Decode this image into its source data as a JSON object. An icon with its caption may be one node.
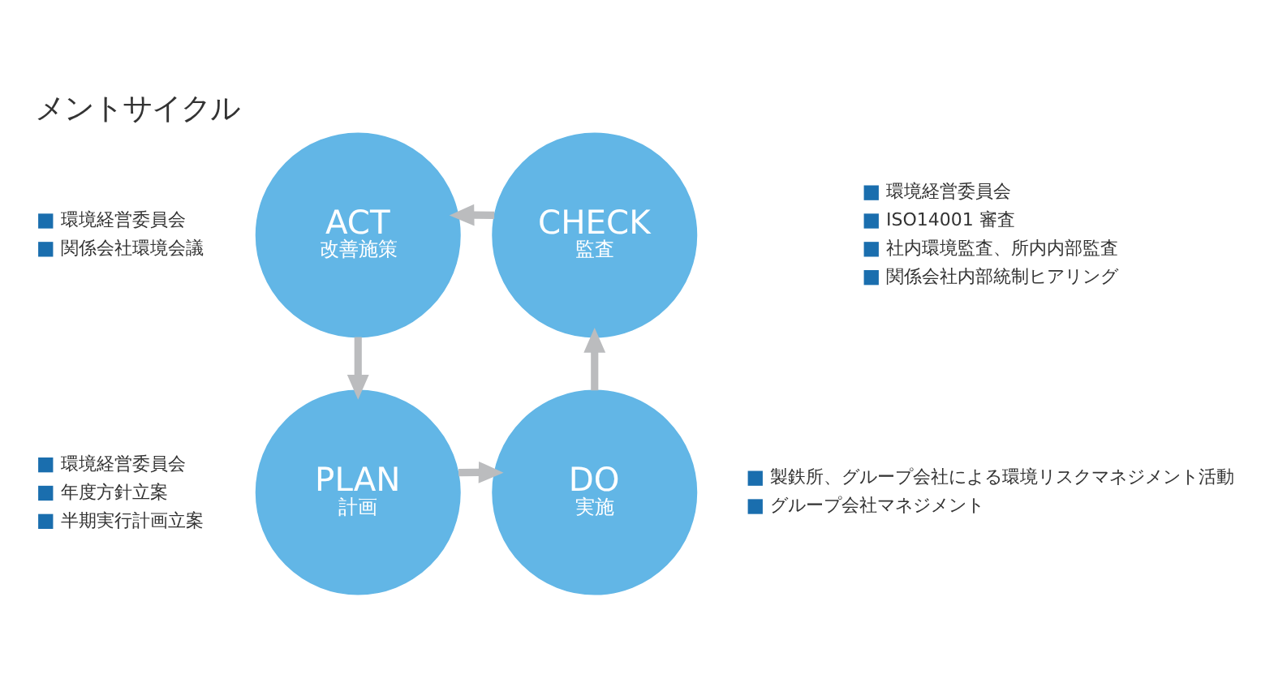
{
  "diagram": {
    "title": "メントサイクル",
    "nodes": [
      {
        "text": [
          "PLAN",
          "計画"
        ],
        "beside": [
          "環境経営委員会",
          "年度方針立案",
          "半期実行計画立案"
        ]
      },
      {
        "text": [
          "DO",
          "実施"
        ],
        "beside": [
          "製鉄所、グループ会社による環境リスクマネジメント活動",
          "グループ会社マネジメント"
        ]
      },
      {
        "text": [
          "CHECK",
          "監査"
        ],
        "beside": [
          "環境経営委員会",
          "ISO14001 審査",
          "社内環境監査、所内内部監査",
          "関係会社内部統制ヒアリング"
        ]
      },
      {
        "text": [
          "ACT",
          "改善施策"
        ],
        "beside": [
          "環境経営委員会",
          "関係会社環境会議"
        ]
      }
    ],
    "edges": [
      {
        "from": 0,
        "to": 1,
        "arrow": "to"
      },
      {
        "from": 1,
        "to": 2,
        "arrow": "to"
      },
      {
        "from": 2,
        "to": 3,
        "arrow": "to"
      },
      {
        "from": 3,
        "to": 0,
        "arrow": "to"
      }
    ]
  }
}
